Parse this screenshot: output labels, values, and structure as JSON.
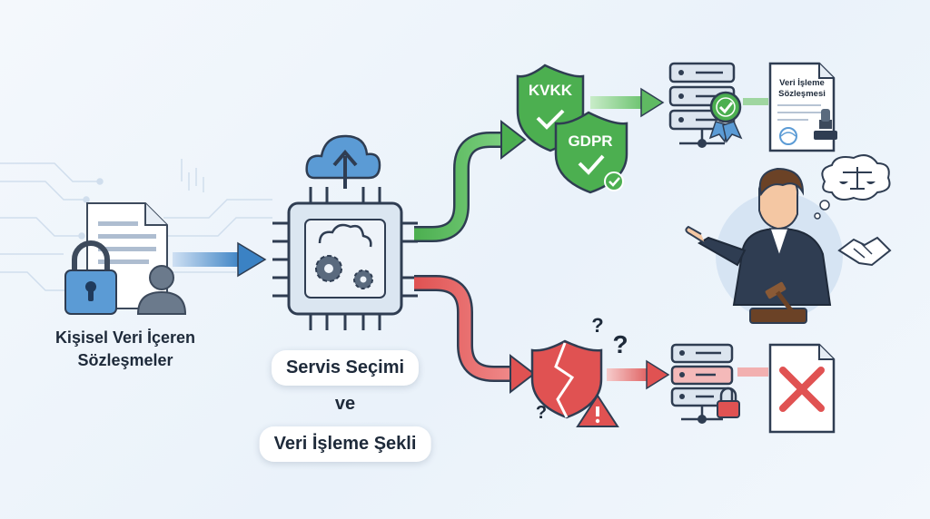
{
  "source": {
    "line1": "Kişisel Veri İçeren",
    "line2": "Sözleşmeler"
  },
  "service": {
    "line1": "Servis Seçimi",
    "line2": "ve",
    "line3": "Veri İşleme Şekli"
  },
  "badges": {
    "kvkk": "KVKK",
    "gdpr": "GDPR"
  },
  "contract": {
    "line1": "Veri İşleme",
    "line2": "Sözleşmesi"
  },
  "questions": {
    "q": "?"
  },
  "colors": {
    "green": "#4caf50",
    "red": "#e05252",
    "blue": "#3b82c4",
    "navy": "#2f3d52"
  }
}
